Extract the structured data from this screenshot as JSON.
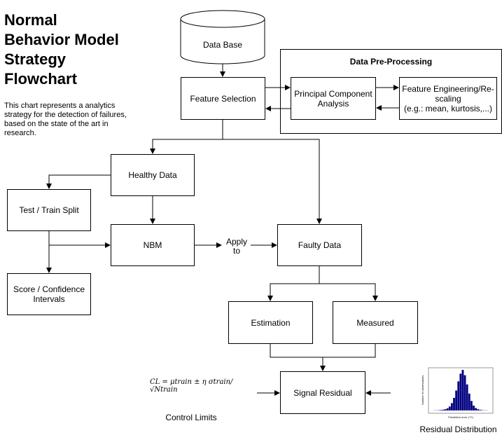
{
  "title": [
    "Normal",
    "Behavior Model",
    "Strategy",
    "Flowchart"
  ],
  "description": "This chart represents a analytics strategy for the detection of failures, based on the state of the art in research.",
  "nodes": {
    "database": "Data Base",
    "feature_selection": "Feature Selection",
    "preprocessing_title": "Data Pre-Processing",
    "pca": [
      "Principal Component",
      "Analysis"
    ],
    "feature_engineering": [
      "Feature Engineering/Re-",
      "scaling",
      "(e.g.: mean, kurtosis,...)"
    ],
    "healthy_data": "Healthy Data",
    "test_train_split": "Test / Train Split",
    "nbm": "NBM",
    "apply_to": [
      "Apply",
      "to"
    ],
    "faulty_data": "Faulty Data",
    "score_confidence": [
      "Score / Confidence",
      "Intervals"
    ],
    "estimation": "Estimation",
    "measured": "Measured",
    "signal_residual": "Signal Residual",
    "control_limits": "Control Limits",
    "residual_distribution": "Residual Distribution"
  },
  "formula": "CL = μtrain ± η σtrain/√Ntrain",
  "histogram": {
    "bar_color": "#000080",
    "xlabel": "Prediction error (°C)",
    "ylabel": "Number of observations",
    "counts": [
      0,
      1,
      1,
      2,
      3,
      5,
      8,
      14,
      26,
      48,
      82,
      130,
      190,
      240,
      265,
      230,
      170,
      110,
      62,
      32,
      16,
      8,
      4,
      2,
      1,
      1,
      0
    ]
  }
}
